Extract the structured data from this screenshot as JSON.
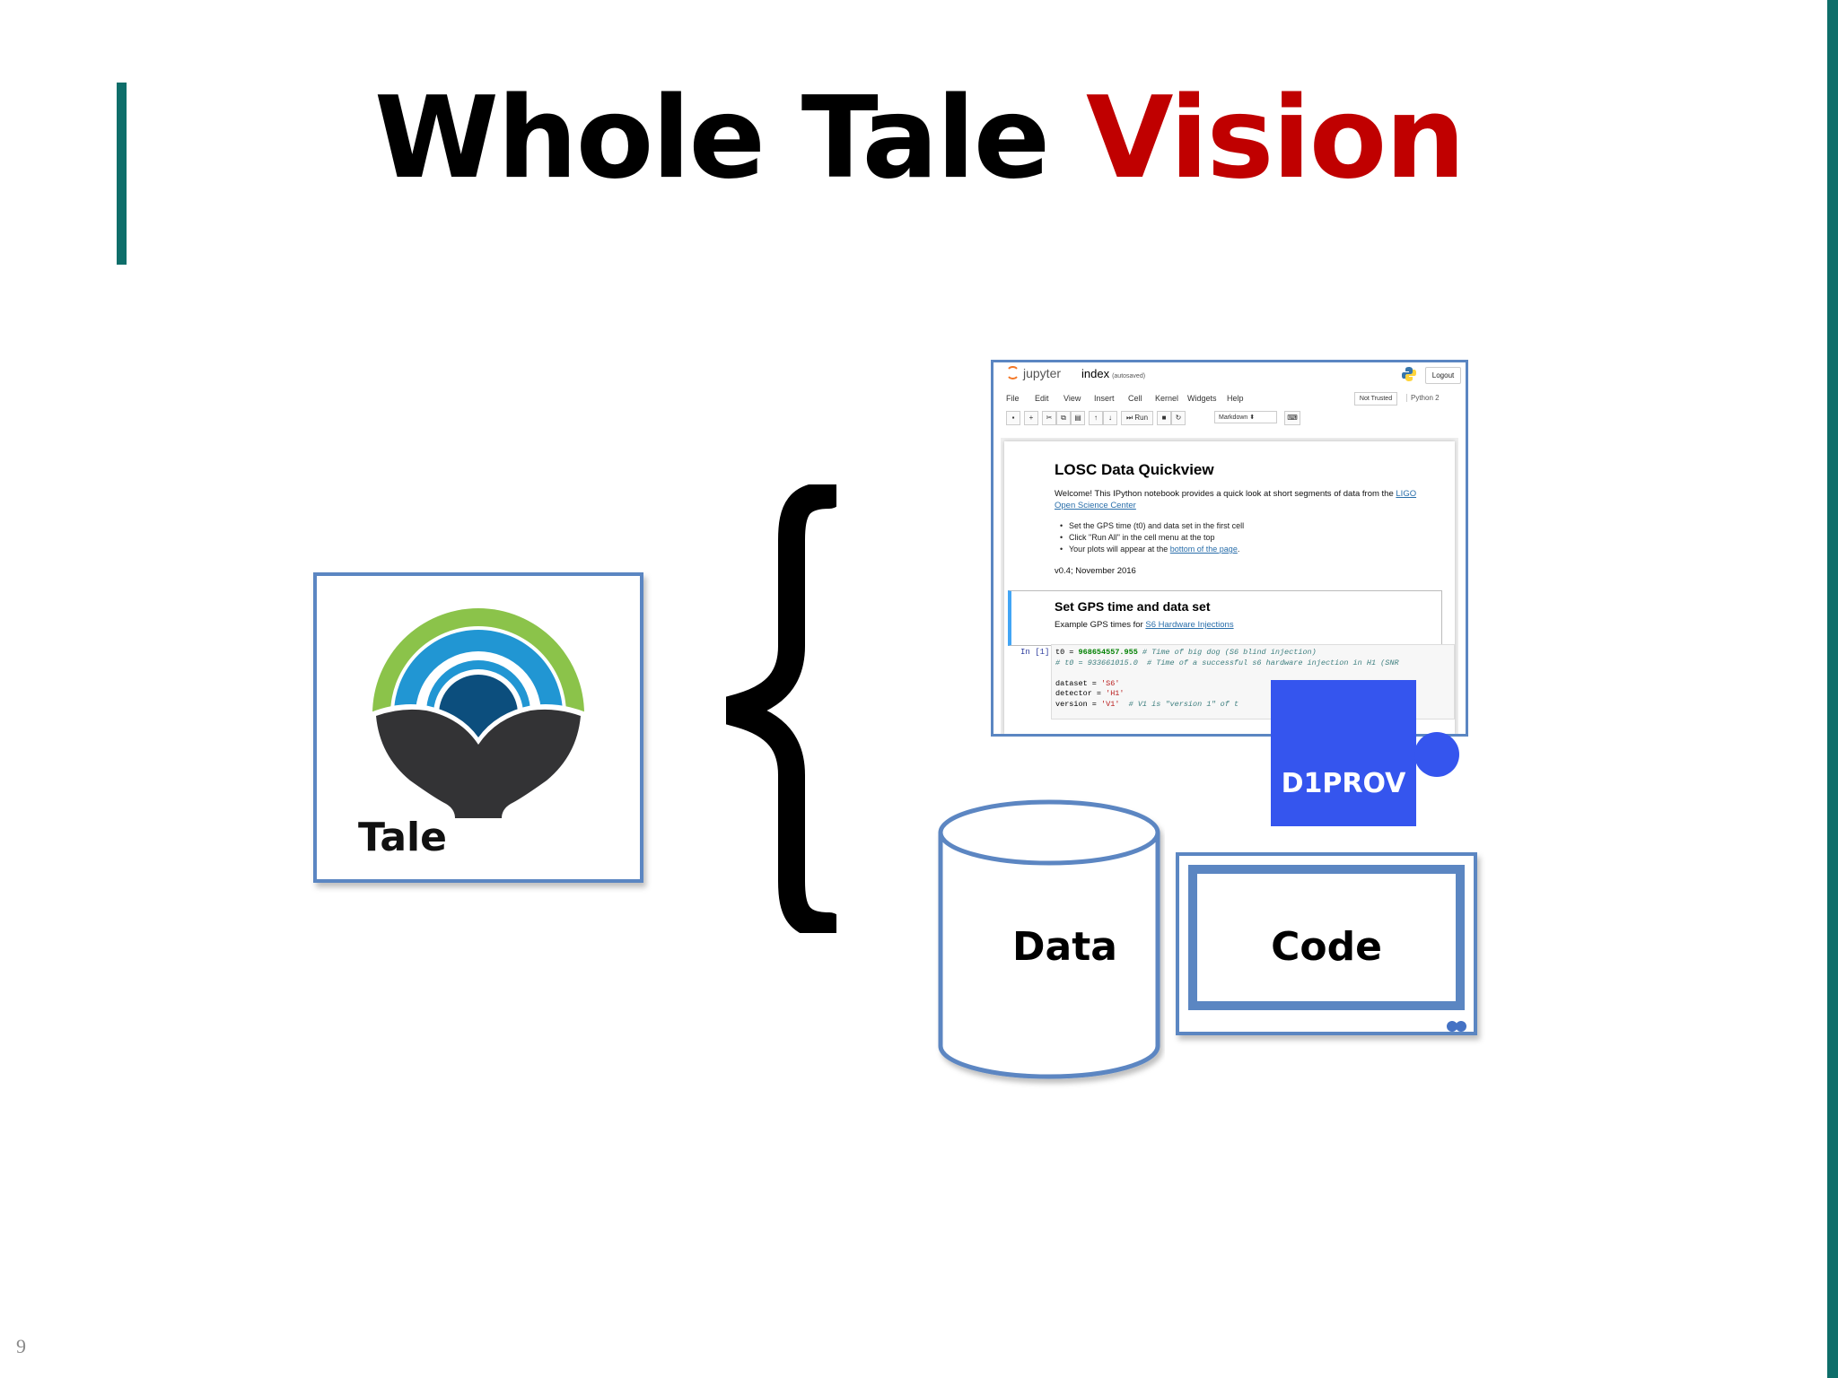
{
  "slide": {
    "title_main": "Whole Tale",
    "title_accent": "Vision",
    "page_number": "9"
  },
  "tale": {
    "label": "Tale"
  },
  "jupyter": {
    "app_name": "jupyter",
    "notebook_name": "index",
    "autosaved": "(autosaved)",
    "logout": "Logout",
    "menu": [
      "File",
      "Edit",
      "View",
      "Insert",
      "Cell",
      "Kernel",
      "Widgets",
      "Help"
    ],
    "not_trusted": "Not Trusted",
    "kernel": "Python 2",
    "toolbar": {
      "run": "Run",
      "cell_type": "Markdown"
    },
    "heading": "LOSC Data Quickview",
    "intro": "Welcome! This IPython notebook provides a quick look at short segments of data from the",
    "intro_link": "LIGO Open Science Center",
    "bullets": [
      "Set the GPS time (t0) and data set in the first cell",
      "Click \"Run All\" in the cell menu at the top",
      "Your plots will appear at the"
    ],
    "bullet3_link": "bottom of the page",
    "version": "v0.4; November 2016",
    "section_heading": "Set GPS time and data set",
    "section_text": "Example GPS times for",
    "section_link": "S6 Hardware Injections",
    "prompt": "In [1]:",
    "code": {
      "l1_a": "t0 = ",
      "l1_num": "968654557.955",
      "l1_cm": " # Time of big dog (S6 blind injection)",
      "l2_cm": "# t0 = 933661015.0  # Time of a successful s6 hardware injection in H1 (SNR",
      "l3_a": "dataset = ",
      "l3_str": "'S6'",
      "l4_a": "detector = ",
      "l4_str": "'H1'",
      "l5_a": "version = ",
      "l5_str": "'V1'",
      "l5_cm": "  # V1 is \"version 1\" of t"
    }
  },
  "d1prov": {
    "label": "D1PROV"
  },
  "data": {
    "label": "Data"
  },
  "code": {
    "label": "Code"
  },
  "colors": {
    "accent_teal": "#0e6e6a",
    "title_red": "#c00000",
    "box_border": "#5b86c2",
    "puzzle_blue": "#3555ee"
  }
}
